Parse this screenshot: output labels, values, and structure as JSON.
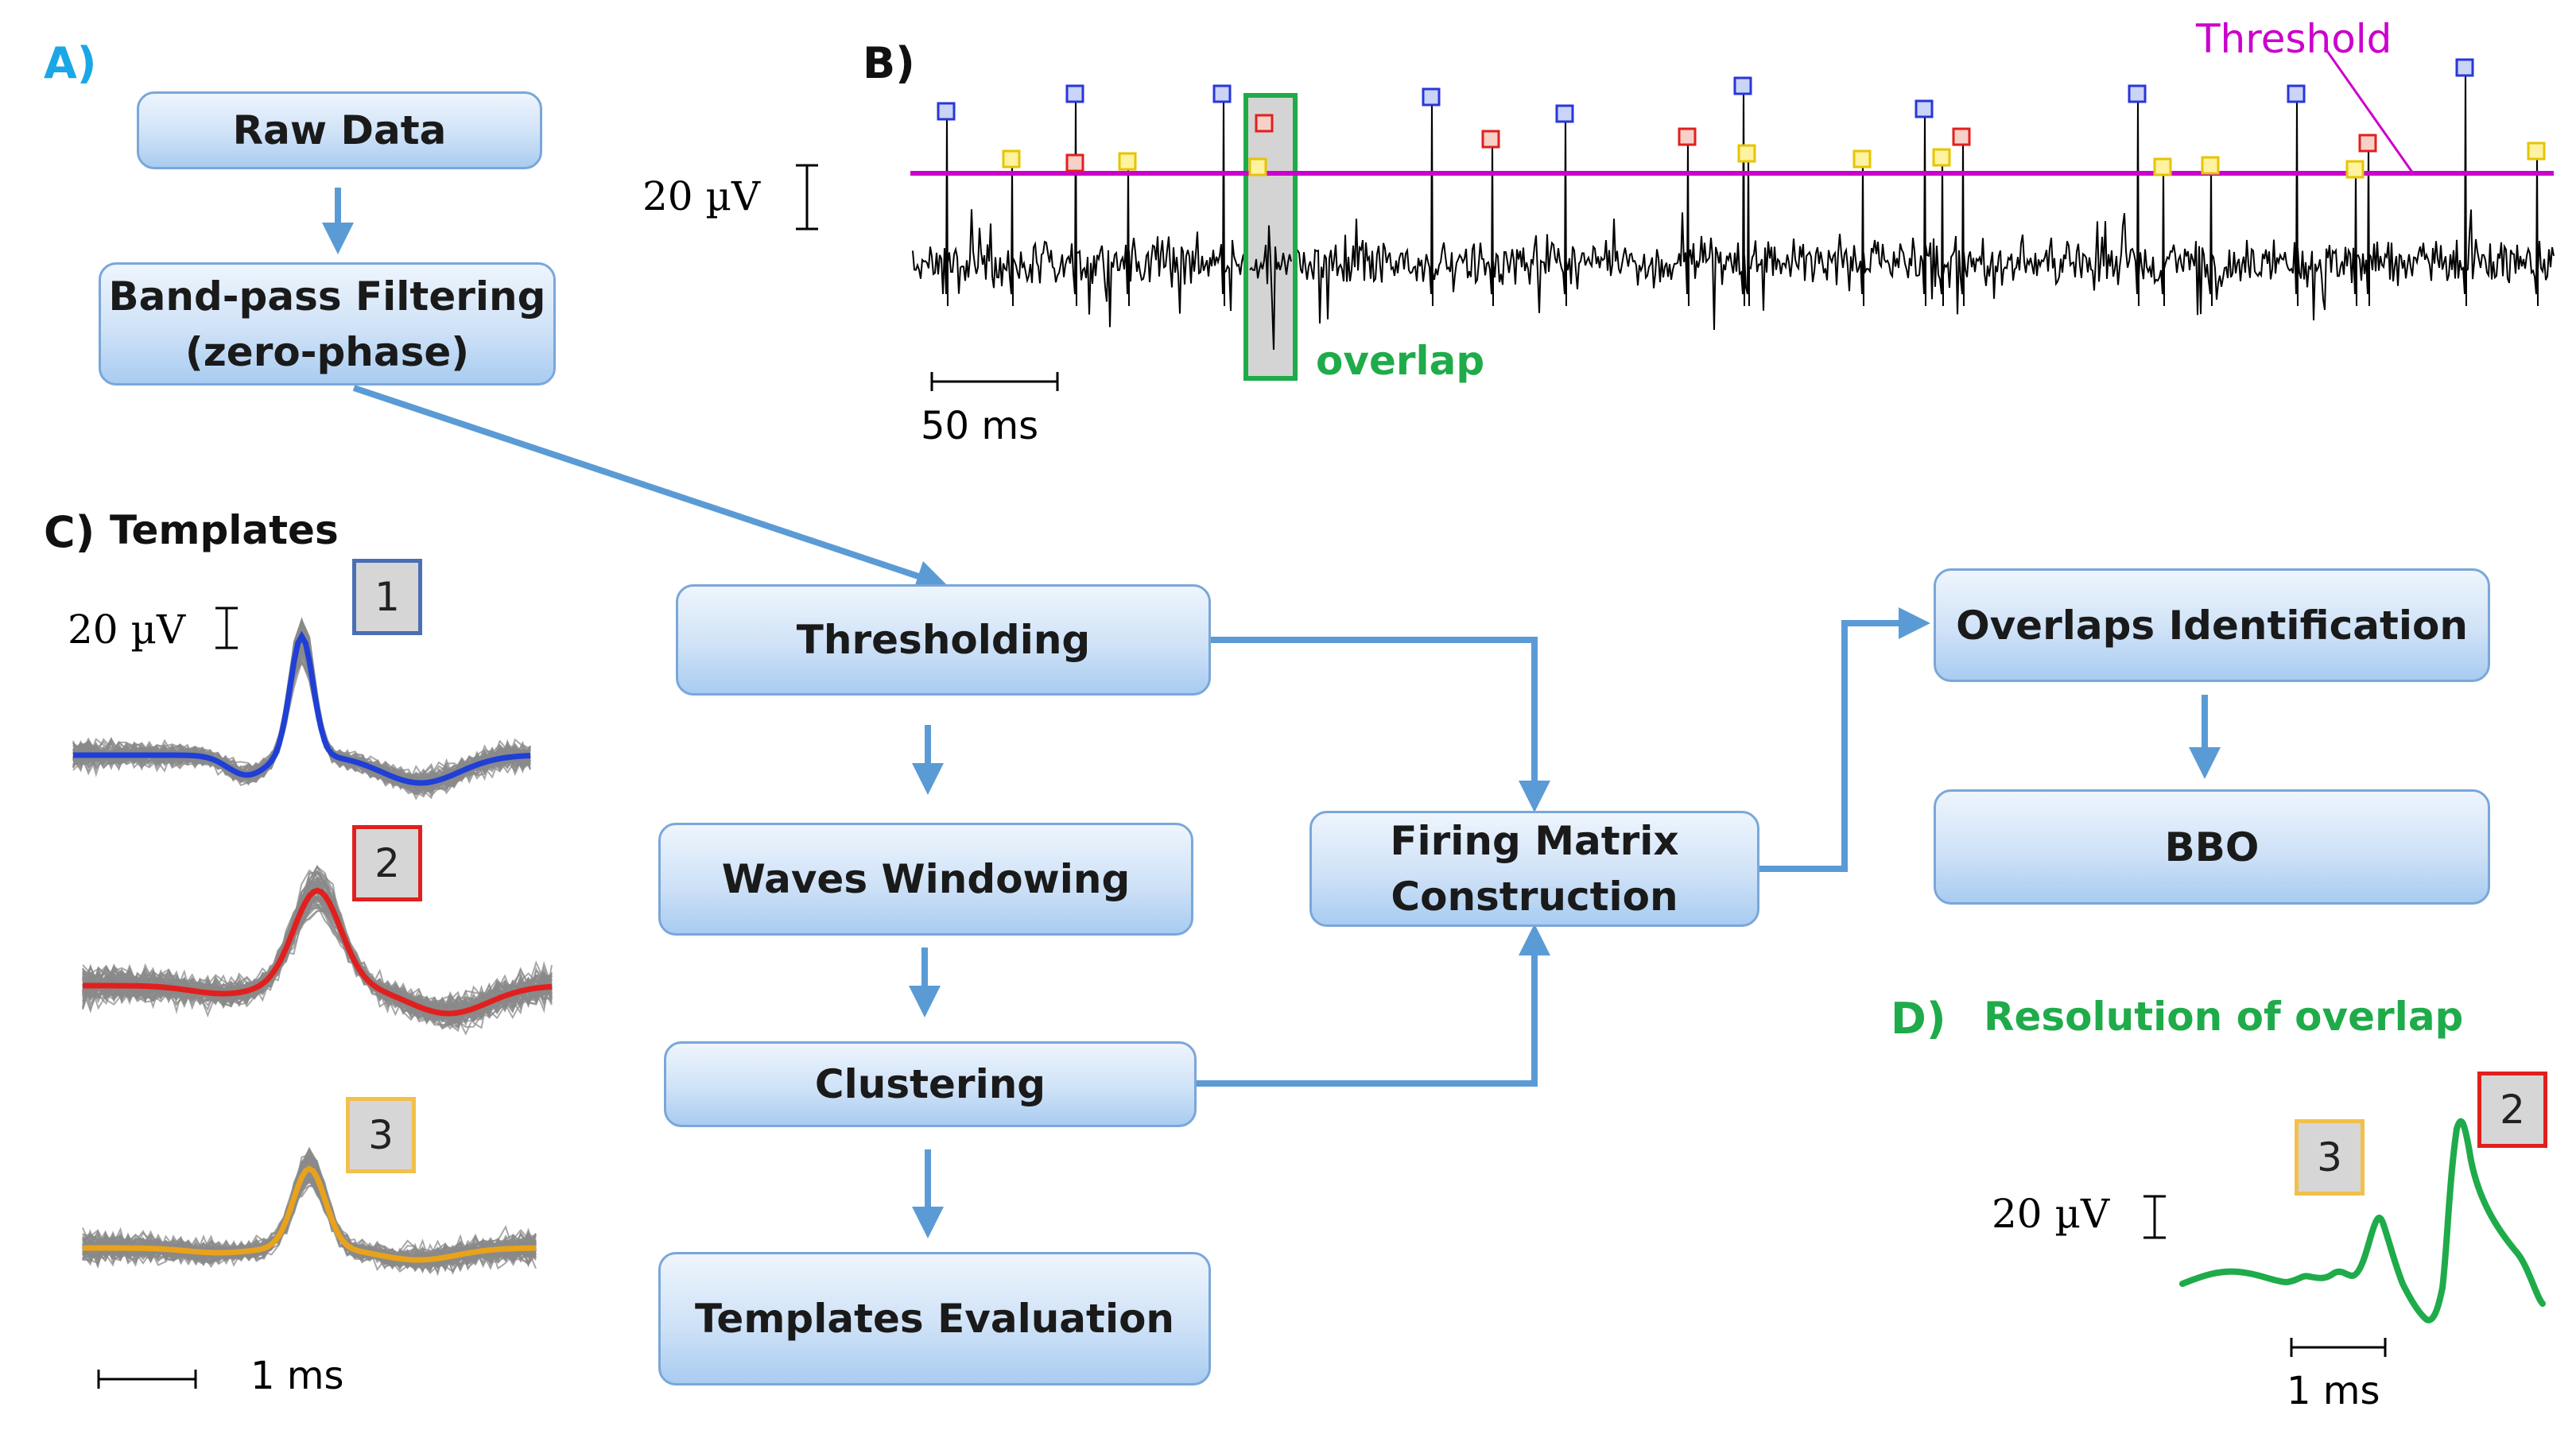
{
  "panels": {
    "a": "A)",
    "b": "B)",
    "c": "C)",
    "c_title": "Templates",
    "d": "D)",
    "d_title": "Resolution of overlap"
  },
  "flow": {
    "raw_data": "Raw Data",
    "bandpass_line1": "Band-pass Filtering",
    "bandpass_line2": "(zero-phase)",
    "thresholding": "Thresholding",
    "waves_windowing": "Waves Windowing",
    "clustering": "Clustering",
    "templates_evaluation": "Templates Evaluation",
    "firing_matrix_line1": "Firing Matrix",
    "firing_matrix_line2": "Construction",
    "overlaps_identification": "Overlaps Identification",
    "bbo": "BBO"
  },
  "trace": {
    "threshold_label": "Threshold",
    "overlap_label": "overlap",
    "scale_v": "20 µV",
    "scale_t": "50 ms"
  },
  "templates": {
    "scale_v": "20 µV",
    "scale_t": "1 ms",
    "units": [
      {
        "label": "1",
        "color": "#1f3fd6",
        "border": "#4a6fb5"
      },
      {
        "label": "2",
        "color": "#e0201e",
        "border": "#e0201e"
      },
      {
        "label": "3",
        "color": "#e8a21c",
        "border": "#f2c04a"
      }
    ]
  },
  "resolution": {
    "scale_v": "20 µV",
    "scale_t": "1 ms",
    "unit_left": "3",
    "unit_right": "2"
  },
  "colors": {
    "arrow": "#5b9bd5",
    "threshold": "#cc00cc",
    "overlap": "#1fab4a",
    "blue_marker": "#2a36d8",
    "red_marker": "#e0201e",
    "yellow_marker": "#e6c400",
    "panel_a_label": "#1aa7e6"
  }
}
